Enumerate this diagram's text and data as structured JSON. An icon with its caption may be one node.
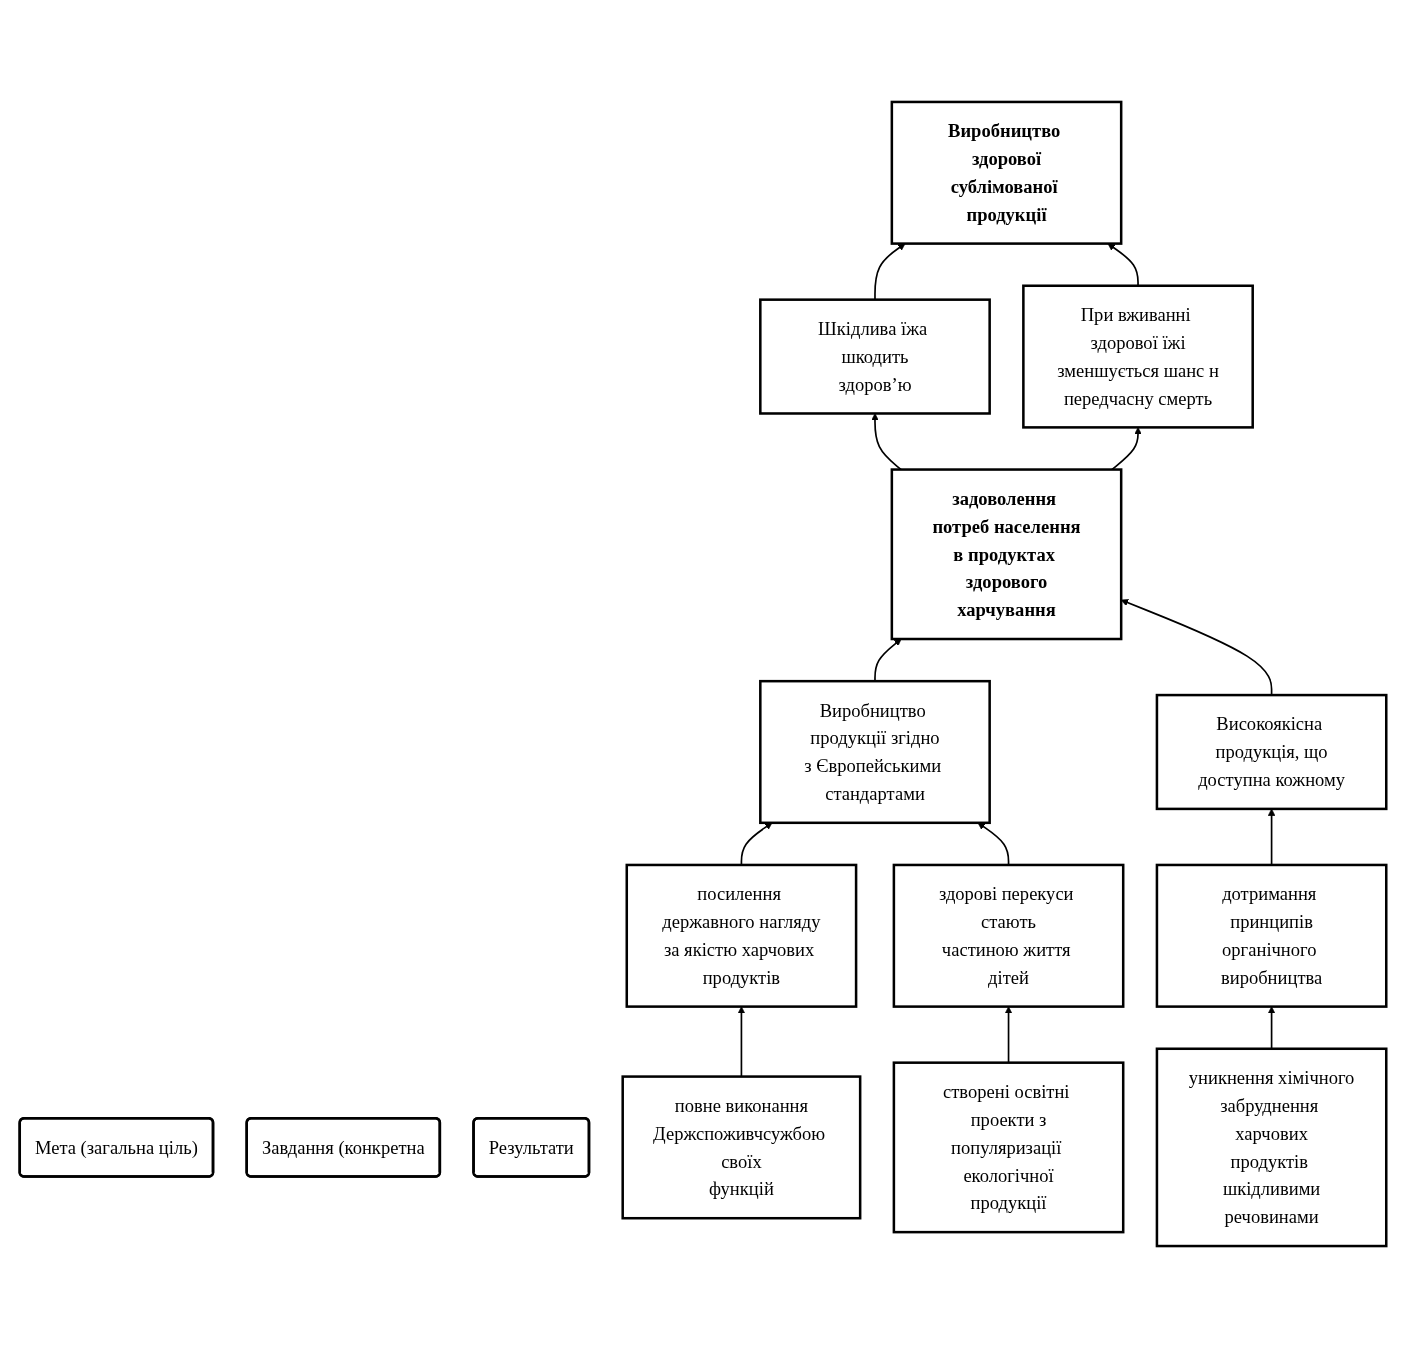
{
  "diagram": {
    "nodes": [
      {
        "text": [
          "Мета (загальна ціль)"
        ]
      },
      {
        "text": [
          "Виробництво здорової сублімованої продукції"
        ]
      },
      {
        "text": [
          "Шкідлива їжа шкодить здоров’ю"
        ]
      },
      {
        "text": [
          "При вживанні здорової їжі зменшується шанс н передчасну смерть"
        ]
      },
      {
        "text": [
          "Завдання (конкретна"
        ]
      },
      {
        "text": [
          "задоволення потреб населення в продуктах здорового харчування"
        ]
      },
      {
        "text": [
          "Результати"
        ]
      },
      {
        "text": [
          "Виробництво продукції згідно з Європейськими стандартами"
        ]
      },
      {
        "text": [
          "Високоякісна продукція, що доступна кожному"
        ]
      },
      {
        "text": [
          "посилення державного нагляду за якістю харчових продуктів"
        ]
      },
      {
        "text": [
          "здорові перекуси стають частиною життя дітей"
        ]
      },
      {
        "text": [
          "дотримання принципів органічного виробництва"
        ]
      },
      {
        "text": [
          "повне виконання Держспоживчсужбою своїх функцій"
        ]
      },
      {
        "text": [
          "створені освітні проекти з популяризації екологічної продукції"
        ]
      },
      {
        "text": [
          "уникнення хімічного забруднення харчових продуктів шкідливими речовинами"
        ]
      }
    ],
    "edges": [
      {
        "from": 2,
        "to": 1,
        "arrow": "to"
      },
      {
        "from": 3,
        "to": 1,
        "arrow": "to"
      },
      {
        "from": 5,
        "to": 2,
        "arrow": "to"
      },
      {
        "from": 5,
        "to": 3,
        "arrow": "to"
      },
      {
        "from": 7,
        "to": 5,
        "arrow": "to"
      },
      {
        "from": 8,
        "to": 5,
        "arrow": "to"
      },
      {
        "from": 9,
        "to": 7,
        "arrow": "to"
      },
      {
        "from": 10,
        "to": 7,
        "arrow": "to"
      },
      {
        "from": 11,
        "to": 8,
        "arrow": "to"
      },
      {
        "from": 12,
        "to": 9,
        "arrow": "to"
      },
      {
        "from": 13,
        "to": 10,
        "arrow": "to"
      },
      {
        "from": 14,
        "to": 11,
        "arrow": "to"
      }
    ]
  }
}
